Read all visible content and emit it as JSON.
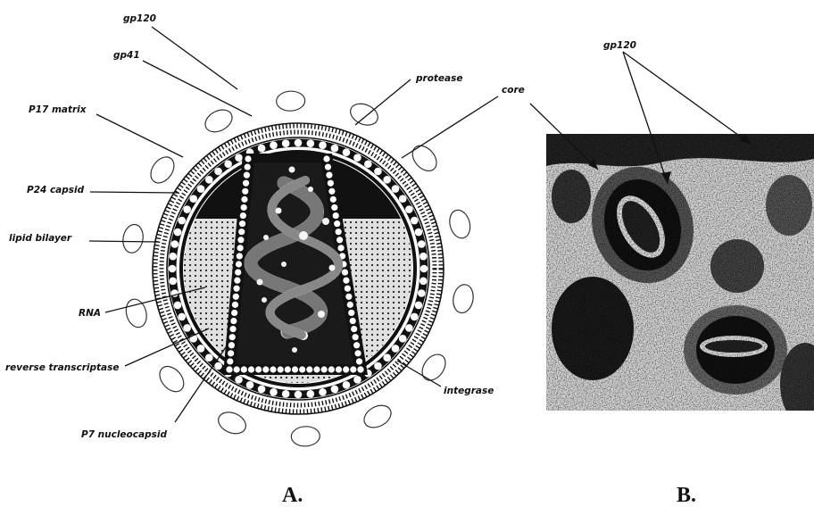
{
  "panel_a": {
    "caption": "A.",
    "labels": {
      "gp120": "gp120",
      "gp41": "gp41",
      "p17": "P17 matrix",
      "p24": "P24 capsid",
      "lipid": "lipid bilayer",
      "rna": "RNA",
      "rt": "reverse transcriptase",
      "p7": "P7 nucleocapsid",
      "protease": "protease",
      "core": "core",
      "integrase": "integrase"
    }
  },
  "panel_b": {
    "caption": "B.",
    "labels": {
      "gp120": "gp120"
    }
  },
  "colors": {
    "ink": "#111111",
    "background": "#ffffff",
    "micrograph_base": "#d8d8d8"
  }
}
